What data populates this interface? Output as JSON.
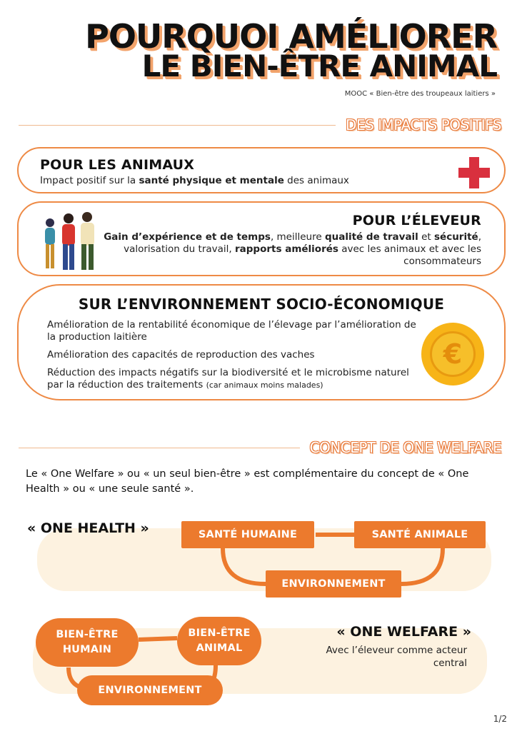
{
  "header": {
    "title_line1": "POURQUOI AMÉLIORER",
    "title_line2": "LE BIEN-ÊTRE ANIMAL",
    "subtitle": "MOOC « Bien-être des troupeaux laitiers »"
  },
  "impacts": {
    "section_title": "DES IMPACTS POSITIFS",
    "animaux": {
      "title": "POUR LES ANIMAUX",
      "text_before": "Impact positif sur la ",
      "text_bold": "santé physique et mentale",
      "text_after": " des animaux",
      "icon": "red-cross-icon"
    },
    "eleveur": {
      "title": "POUR L’ÉLEVEUR",
      "parts": [
        {
          "t": "Gain d’expérience et de temps",
          "b": true
        },
        {
          "t": ", meilleure ",
          "b": false
        },
        {
          "t": "qualité de travail",
          "b": true
        },
        {
          "t": " et ",
          "b": false
        },
        {
          "t": "sécurité",
          "b": true
        },
        {
          "t": ", valorisation du travail, ",
          "b": false
        },
        {
          "t": "rapports améliorés",
          "b": true
        },
        {
          "t": " avec les animaux et avec les consommateurs",
          "b": false
        }
      ],
      "icon": "people-group-icon"
    },
    "environnement": {
      "title": "SUR L’ENVIRONNEMENT SOCIO-ÉCONOMIQUE",
      "items": [
        "Amélioration de la rentabilité économique de l’élevage par l’amélioration de la production laitière",
        "Amélioration des capacités de reproduction des vaches",
        "Réduction des impacts négatifs sur la biodiversité et le microbisme naturel par la réduction des traitements"
      ],
      "item3_note": "(car animaux moins malades)",
      "coin_symbol": "€",
      "icon": "euro-coin-icon"
    }
  },
  "concept": {
    "section_title": "CONCEPT DE ONE WELFARE",
    "intro": "Le « One Welfare » ou « un seul bien-être » est complémentaire du concept de « One Health » ou « une seule santé ».",
    "one_health": {
      "label": "« ONE HEALTH »",
      "box_human": "SANTÉ HUMAINE",
      "box_animal": "SANTÉ ANIMALE",
      "box_env": "ENVIRONNEMENT"
    },
    "one_welfare": {
      "label": "« ONE WELFARE »",
      "box_human": "BIEN-ÊTRE HUMAIN",
      "box_animal": "BIEN-ÊTRE ANIMAL",
      "box_env": "ENVIRONNEMENT",
      "description": "Avec l’éleveur comme acteur central"
    }
  },
  "footer": {
    "page": "1/2"
  },
  "colors": {
    "accent": "#ec7a2d",
    "accent_light": "#f2a36b",
    "band": "#fdf2e0",
    "cross": "#d9303e",
    "coin": "#f7b418"
  }
}
